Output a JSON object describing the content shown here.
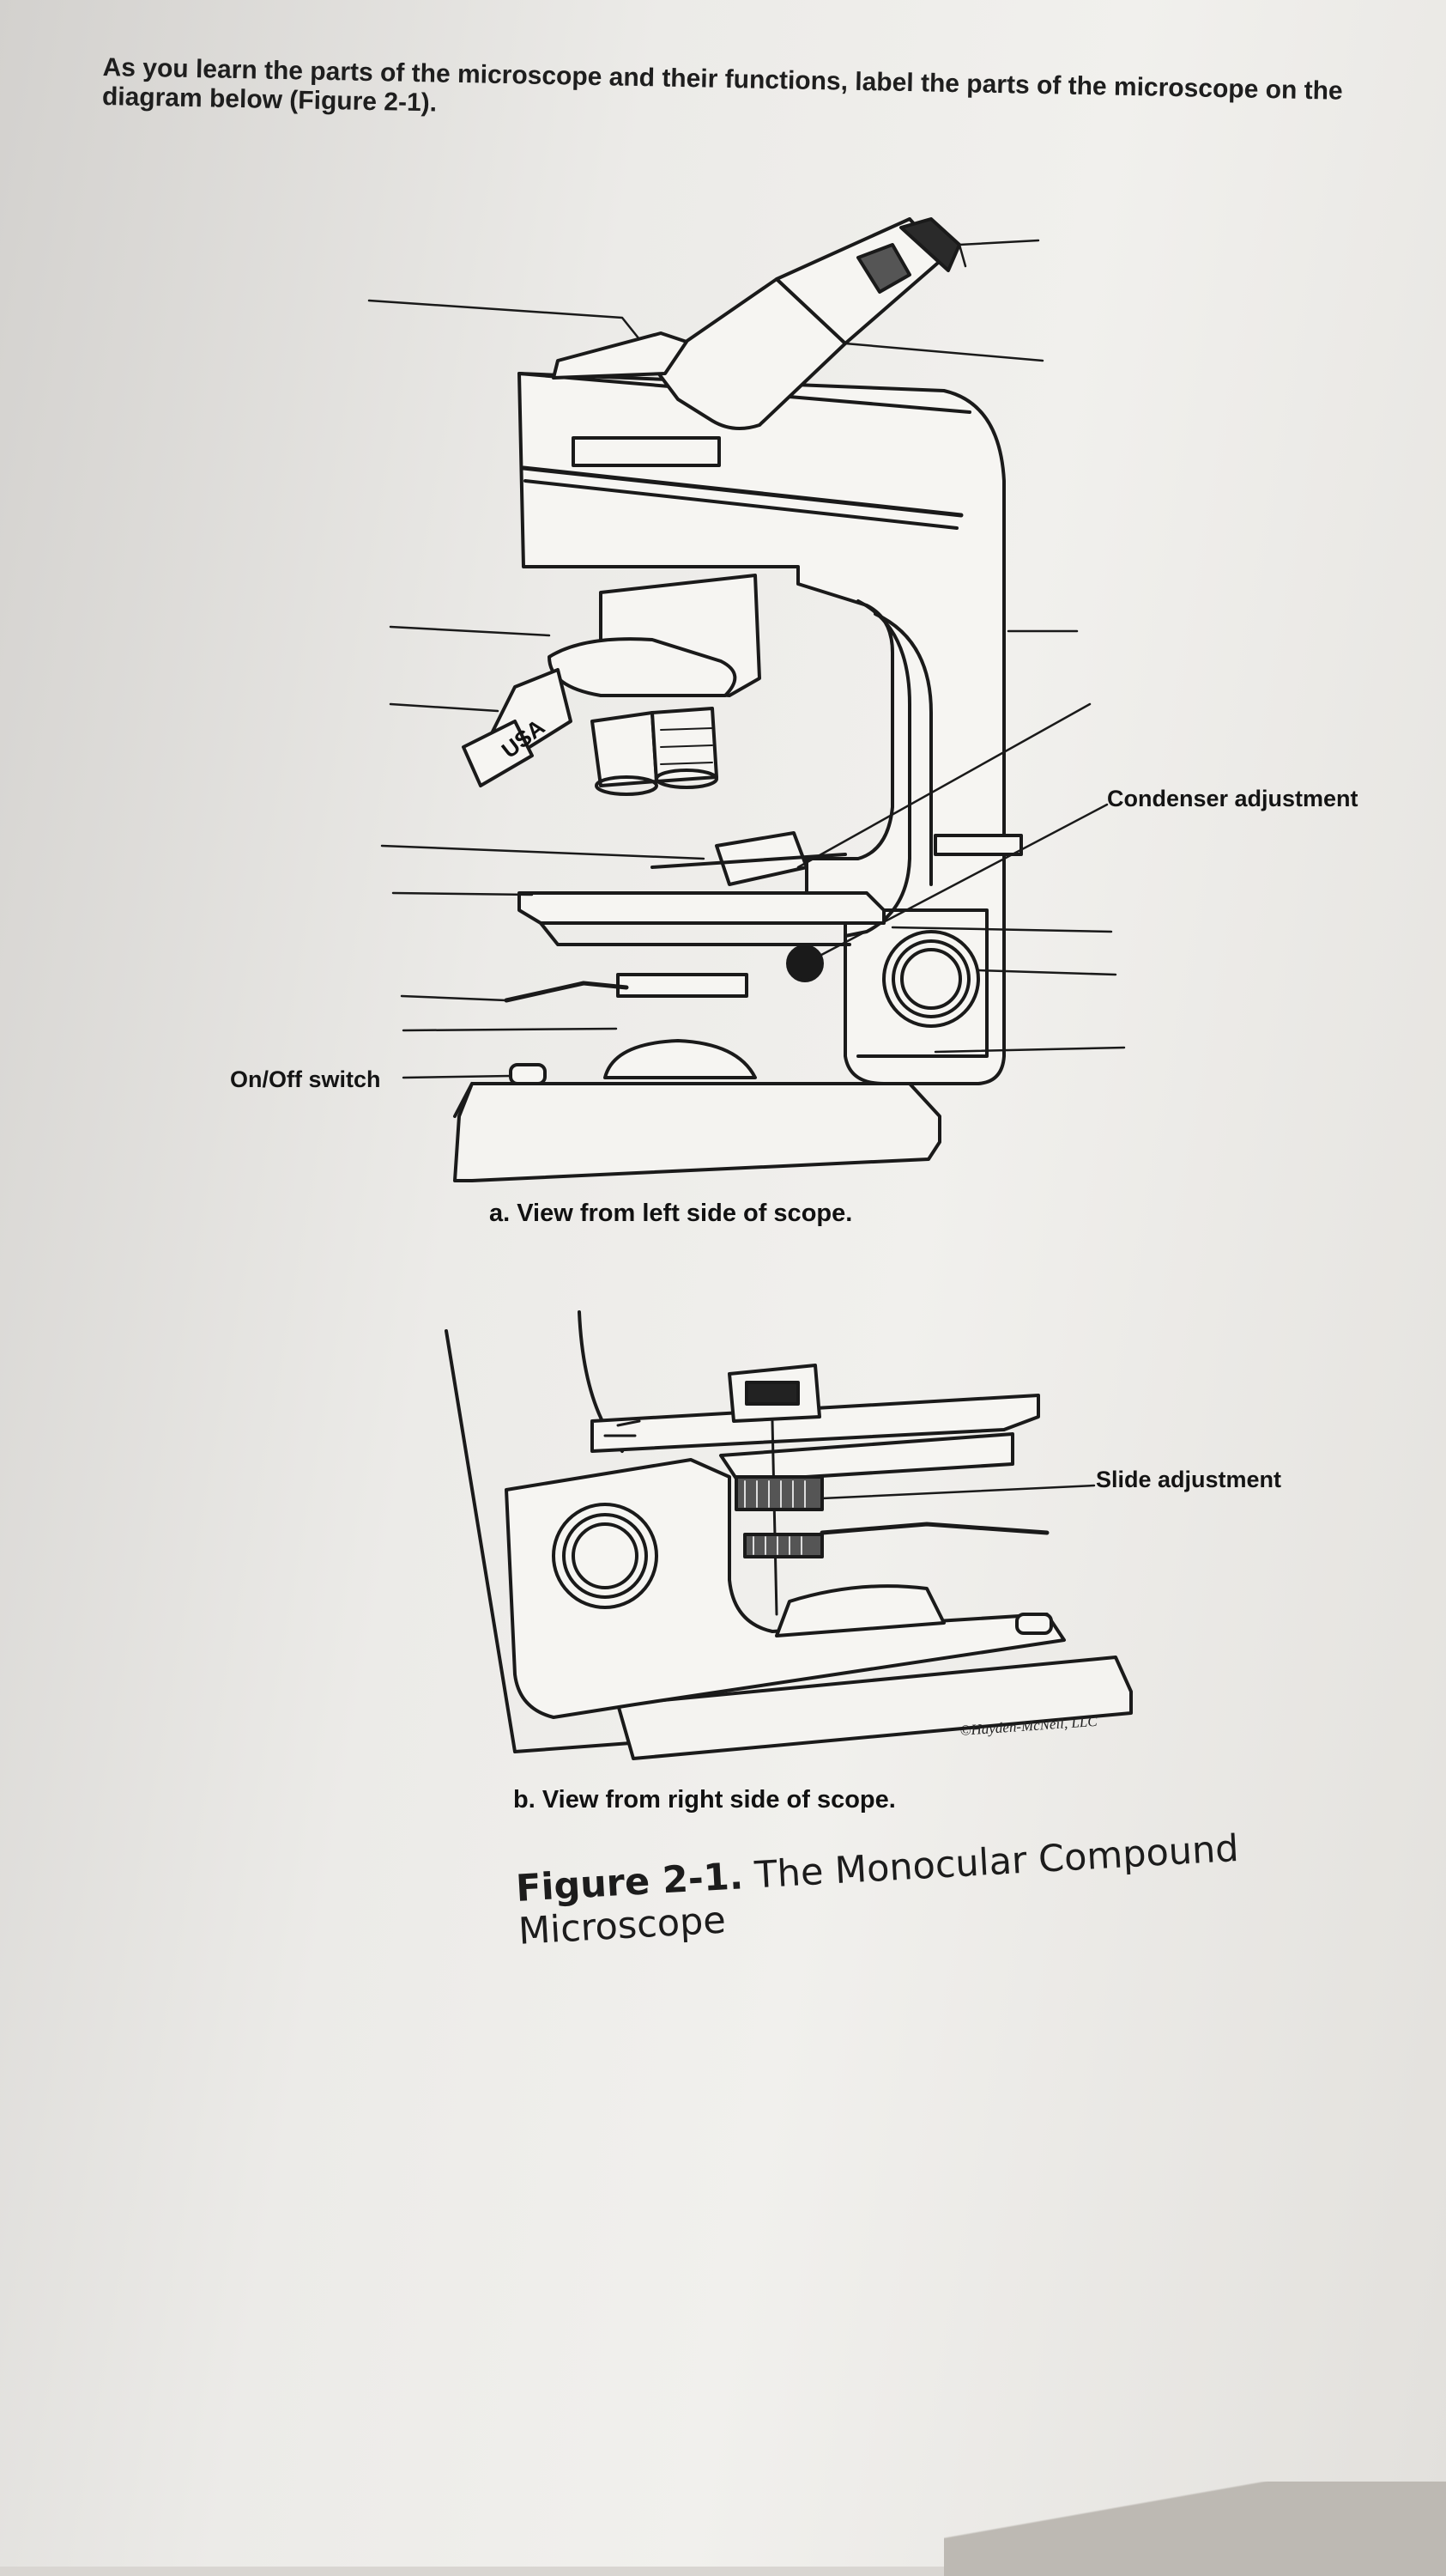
{
  "instructions": "As you learn the parts of the microscope and their functions, label the parts of the microscope on the diagram below (Figure 2-1).",
  "labels": {
    "condenser_adjustment": "Condenser adjustment",
    "on_off_switch": "On/Off switch",
    "slide_adjustment": "Slide adjustment",
    "objective_engraving": "USA"
  },
  "captions": {
    "view_a": "a. View from left side of scope.",
    "view_b": "b. View from right side of scope."
  },
  "copyright": "©Hayden-McNeil, LLC",
  "figure_title": {
    "number": "Figure 2-1.",
    "text": "The Monocular Compound Microscope"
  }
}
